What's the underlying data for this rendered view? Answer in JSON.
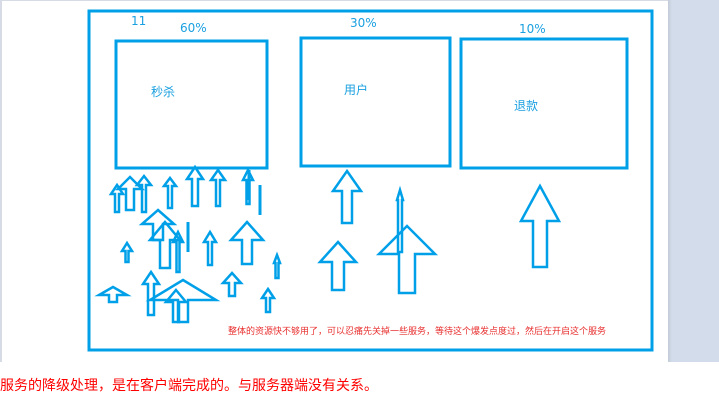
{
  "diagram": {
    "corner_number": "11",
    "services": [
      {
        "name": "秒杀",
        "share": "60%"
      },
      {
        "name": "用户",
        "share": "30%"
      },
      {
        "name": "退款",
        "share": "10%"
      }
    ],
    "note": "整体的资源快不够用了，可以忍痛先关掉一些服务，等待这个爆发点度过，然后在开启这个服务",
    "color": "#00a0e9"
  },
  "caption": "服务的降级处理，是在客户端完成的。与服务器端没有关系。"
}
